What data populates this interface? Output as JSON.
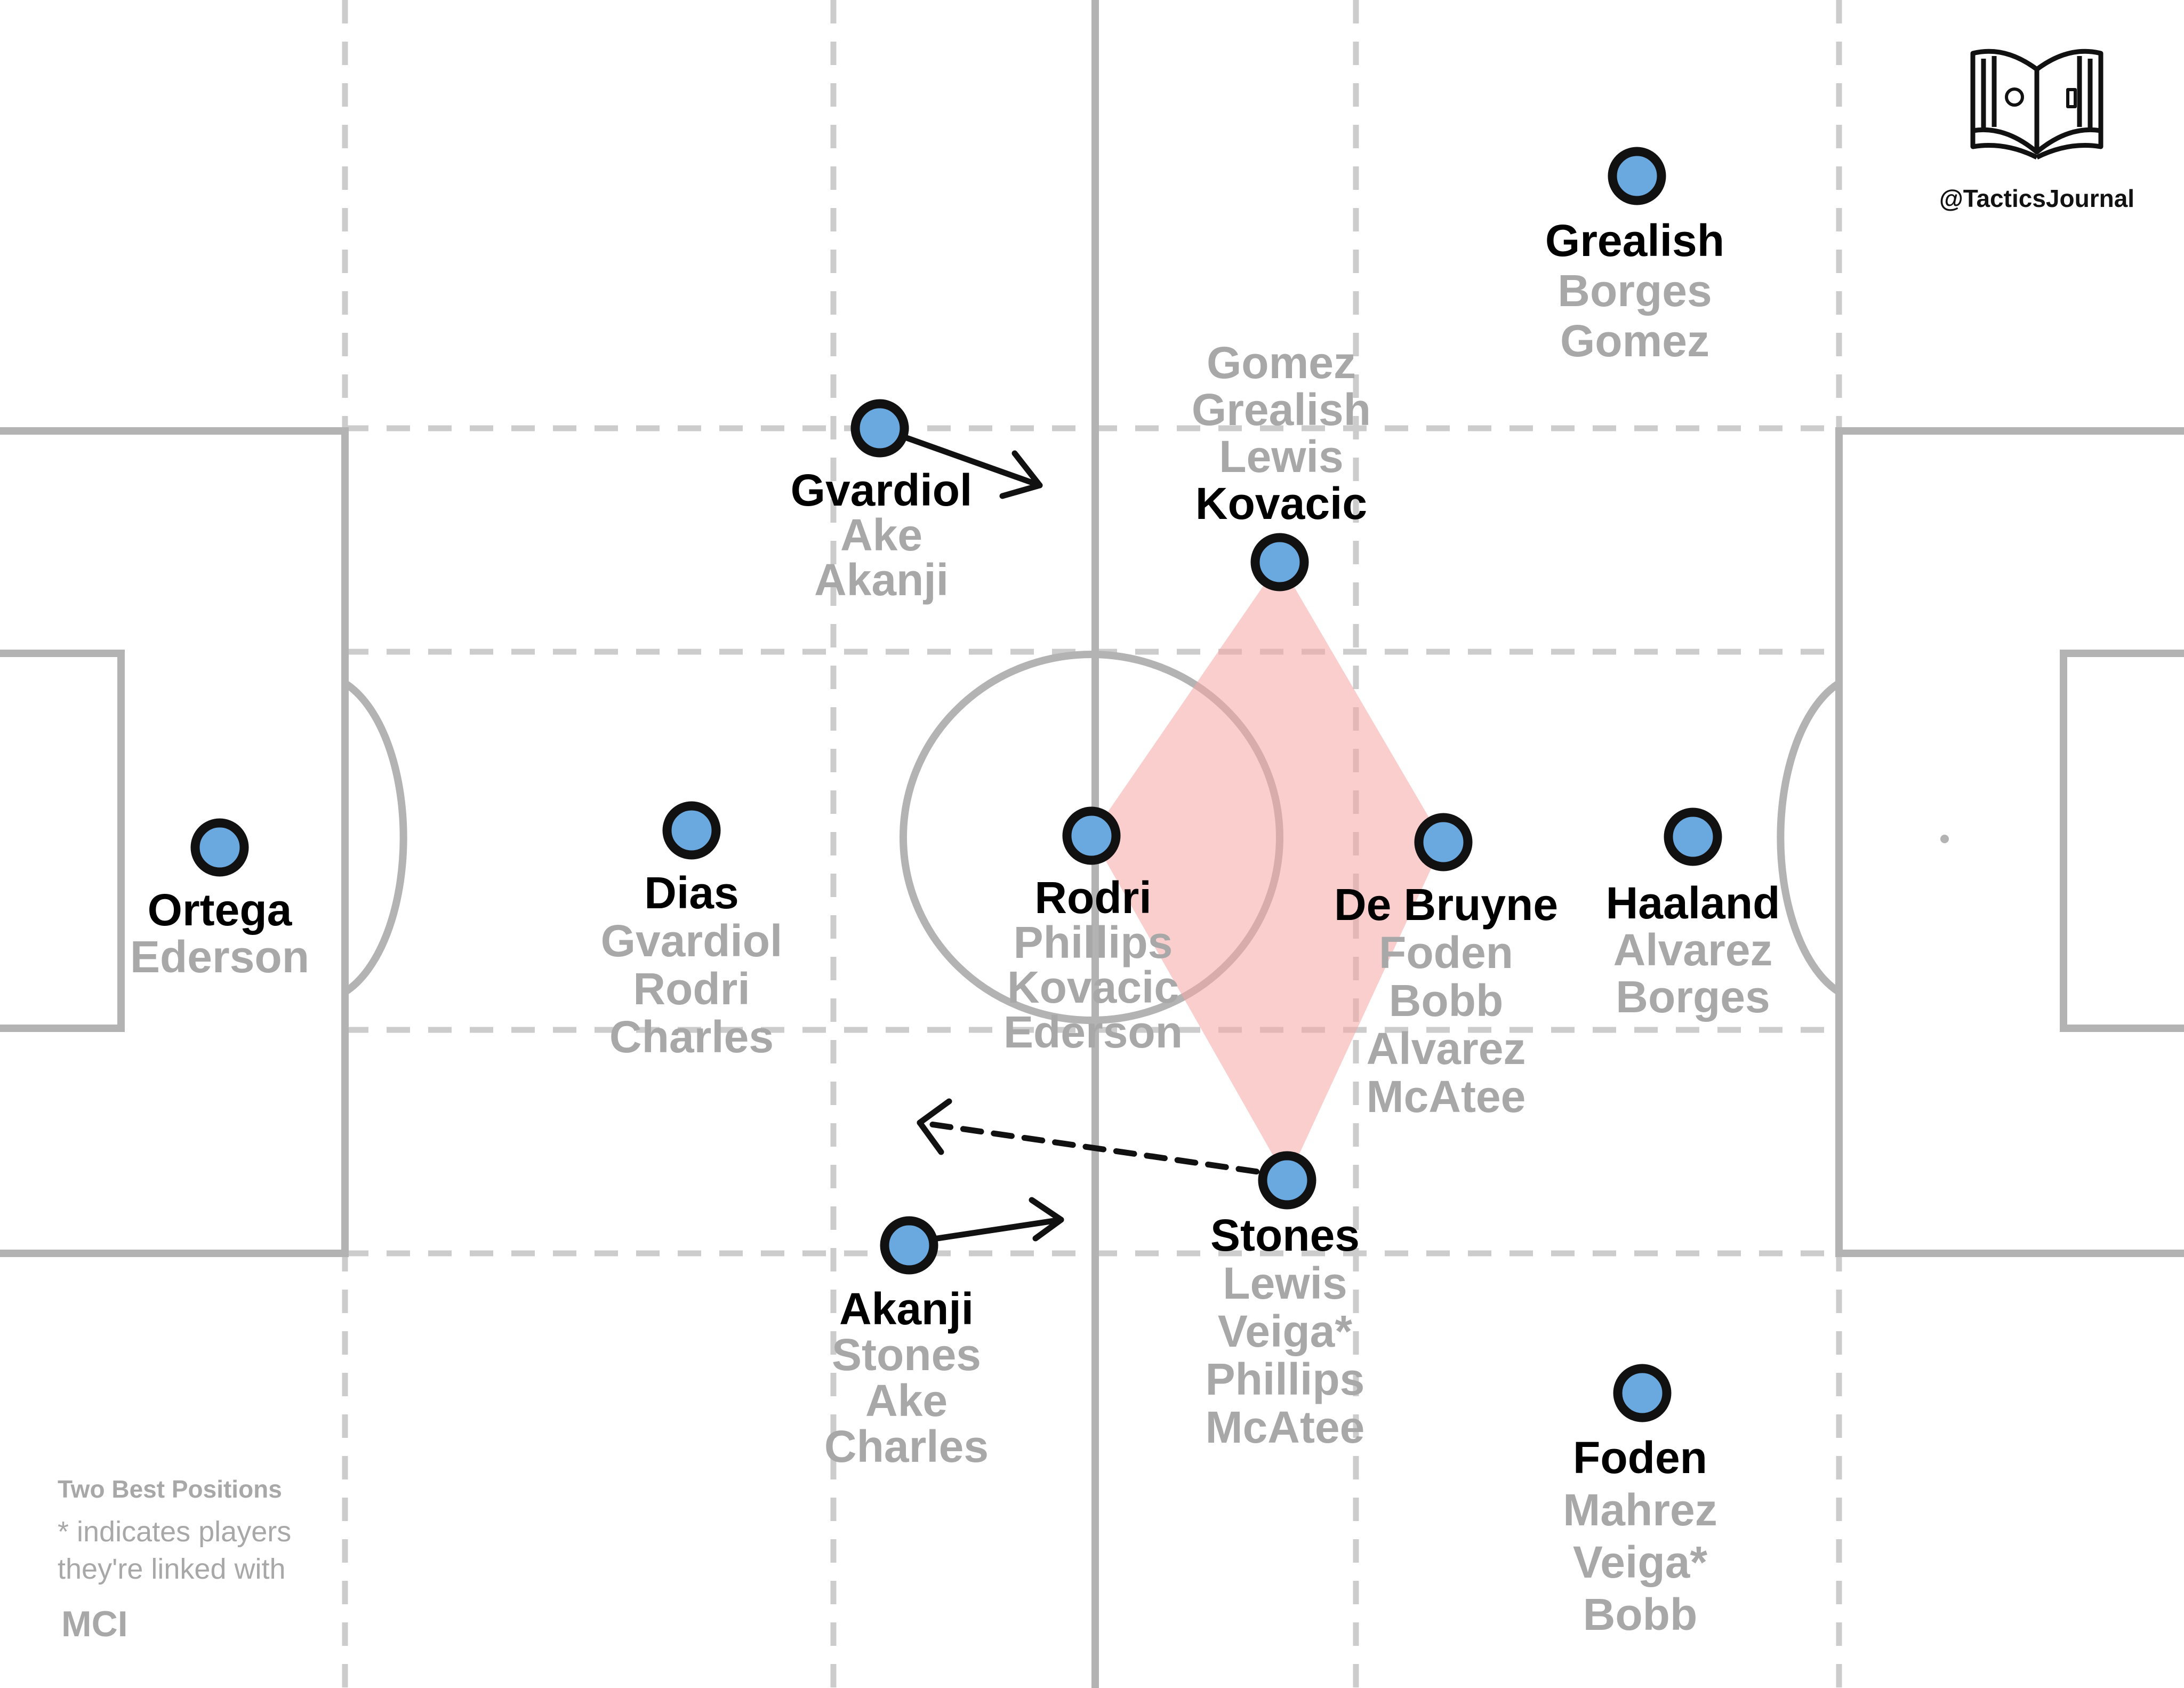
{
  "colors": {
    "player_fill": "#6aa8e0",
    "player_stroke": "#111111",
    "line": "#b3b3b3",
    "dashed": "#cccccc",
    "diamond": "#f7a6a6",
    "alt_text": "#a8a8a8"
  },
  "brand": {
    "handle": "@TacticsJournal",
    "logo_icon": "open-book-tactics-icon"
  },
  "legend": {
    "line1": "Two Best Positions",
    "line2": "* indicates players",
    "line3": "they're linked with",
    "team": "MCI"
  },
  "players": [
    {
      "id": "ortega",
      "name": "Ortega",
      "alternates": [
        "Ederson"
      ]
    },
    {
      "id": "dias",
      "name": "Dias",
      "alternates": [
        "Gvardiol",
        "Rodri",
        "Charles"
      ]
    },
    {
      "id": "gvardiol",
      "name": "Gvardiol",
      "alternates": [
        "Ake",
        "Akanji"
      ]
    },
    {
      "id": "akanji",
      "name": "Akanji",
      "alternates": [
        "Stones",
        "Ake",
        "Charles"
      ]
    },
    {
      "id": "rodri",
      "name": "Rodri",
      "alternates": [
        "Phillips",
        "Kovacic",
        "Ederson"
      ]
    },
    {
      "id": "kovacic",
      "name": "Kovacic",
      "alternates": [
        "Gomez",
        "Grealish",
        "Lewis"
      ]
    },
    {
      "id": "stones",
      "name": "Stones",
      "alternates": [
        "Lewis",
        "Veiga*",
        "Phillips",
        "McAtee"
      ]
    },
    {
      "id": "debruyne",
      "name": "De Bruyne",
      "alternates": [
        "Foden",
        "Bobb",
        "Alvarez",
        "McAtee"
      ]
    },
    {
      "id": "grealish",
      "name": "Grealish",
      "alternates": [
        "Borges",
        "Gomez"
      ]
    },
    {
      "id": "haaland",
      "name": "Haaland",
      "alternates": [
        "Alvarez",
        "Borges"
      ]
    },
    {
      "id": "foden",
      "name": "Foden",
      "alternates": [
        "Mahrez",
        "Veiga*",
        "Bobb"
      ]
    }
  ]
}
